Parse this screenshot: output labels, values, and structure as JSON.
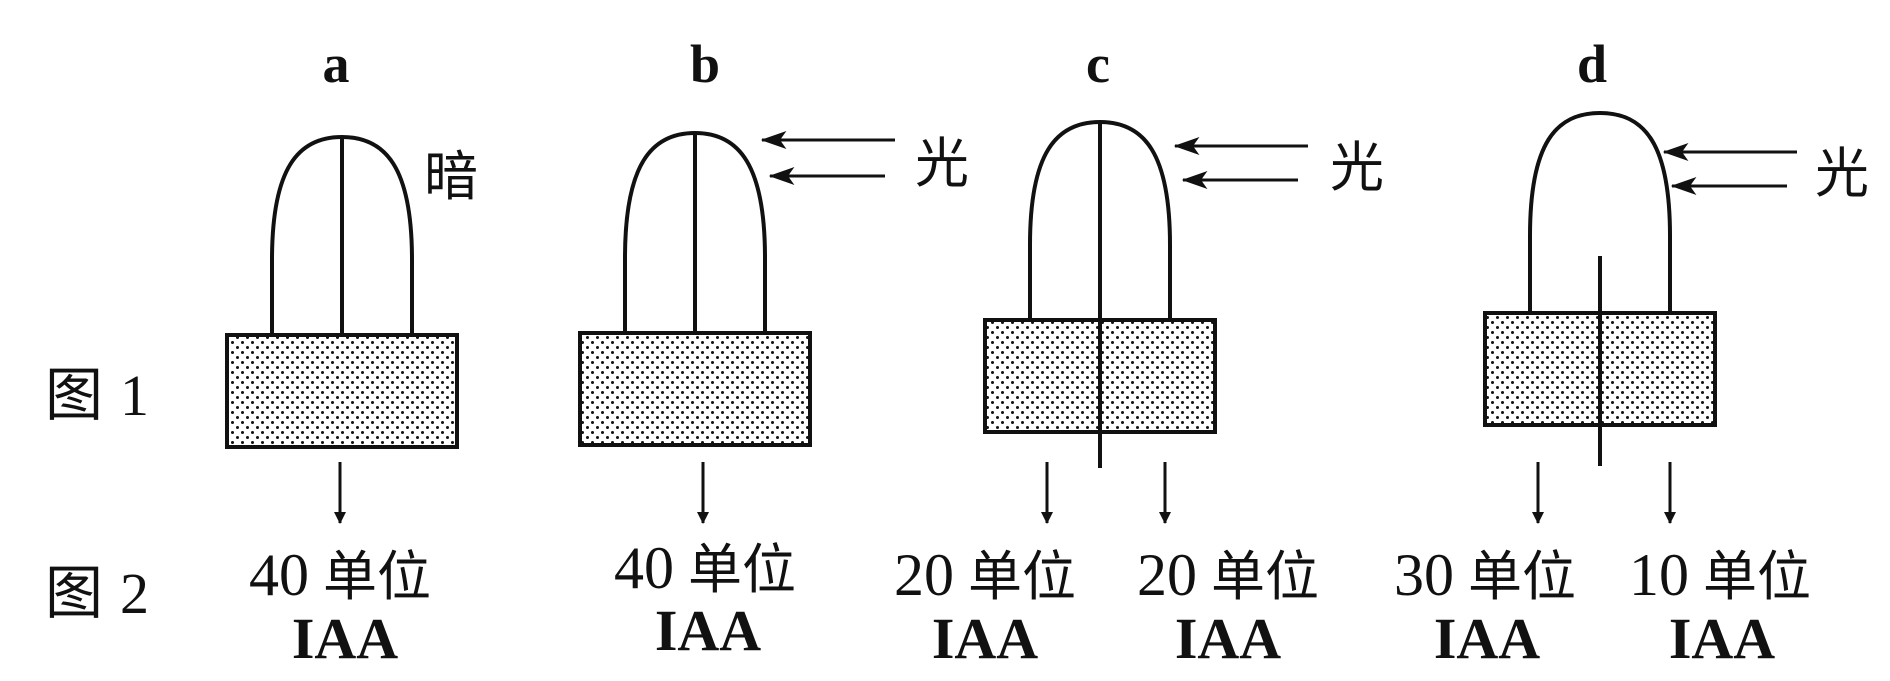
{
  "row_labels": {
    "fig1": {
      "prefix": "图",
      "number": "1"
    },
    "fig2": {
      "prefix": "图",
      "number": "2"
    }
  },
  "panels": [
    {
      "label": "a",
      "condition": "暗",
      "outputs": [
        {
          "amount": "40",
          "unit": "单位",
          "substance": "IAA"
        }
      ]
    },
    {
      "label": "b",
      "condition": "光",
      "outputs": [
        {
          "amount": "40",
          "unit": "单位",
          "substance": "IAA"
        }
      ]
    },
    {
      "label": "c",
      "condition": "光",
      "outputs": [
        {
          "amount": "20",
          "unit": "单位",
          "substance": "IAA"
        },
        {
          "amount": "20",
          "unit": "单位",
          "substance": "IAA"
        }
      ]
    },
    {
      "label": "d",
      "condition": "光",
      "outputs": [
        {
          "amount": "30",
          "unit": "单位",
          "substance": "IAA"
        },
        {
          "amount": "10",
          "unit": "单位",
          "substance": "IAA"
        }
      ]
    }
  ]
}
